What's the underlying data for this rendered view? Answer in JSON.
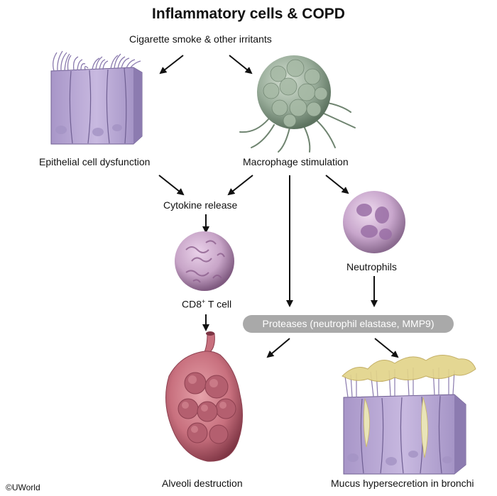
{
  "title": "Inflammatory cells & COPD",
  "labels": {
    "cigarette": "Cigarette smoke & other irritants",
    "epithelial": "Epithelial cell dysfunction",
    "macrophage": "Macrophage stimulation",
    "cytokine": "Cytokine release",
    "neutrophils": "Neutrophils",
    "cd8": "CD8",
    "cd8_sup": "+",
    "cd8_suffix": " T cell",
    "proteases": "Proteases (neutrophil elastase, MMP9)",
    "alveoli": "Alveoli destruction",
    "mucus": "Mucus hypersecretion in bronchi"
  },
  "credit": "©UWorld",
  "colors": {
    "epithelium": "#b9a8d6",
    "macrophage": "#98ac99",
    "lymphocyte": "#c7a4c7",
    "neutrophil": "#c8a6cc",
    "alveoli": "#c8707e",
    "mucus": "#e2d48a",
    "pill": "#a9a9a9"
  }
}
